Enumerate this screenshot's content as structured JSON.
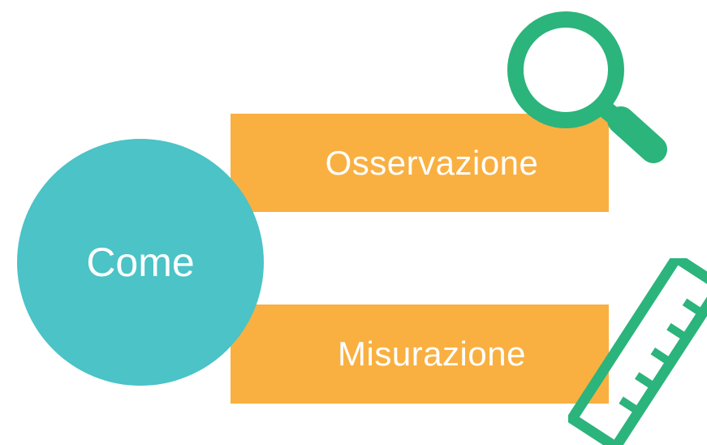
{
  "diagram": {
    "center": {
      "label": "Come",
      "color": "#4bc3c7"
    },
    "items": [
      {
        "label": "Osservazione",
        "icon": "magnifying-glass-icon",
        "color": "#f9b041"
      },
      {
        "label": "Misurazione",
        "icon": "ruler-icon",
        "color": "#f9b041"
      }
    ],
    "icon_color": "#2bb47c"
  }
}
